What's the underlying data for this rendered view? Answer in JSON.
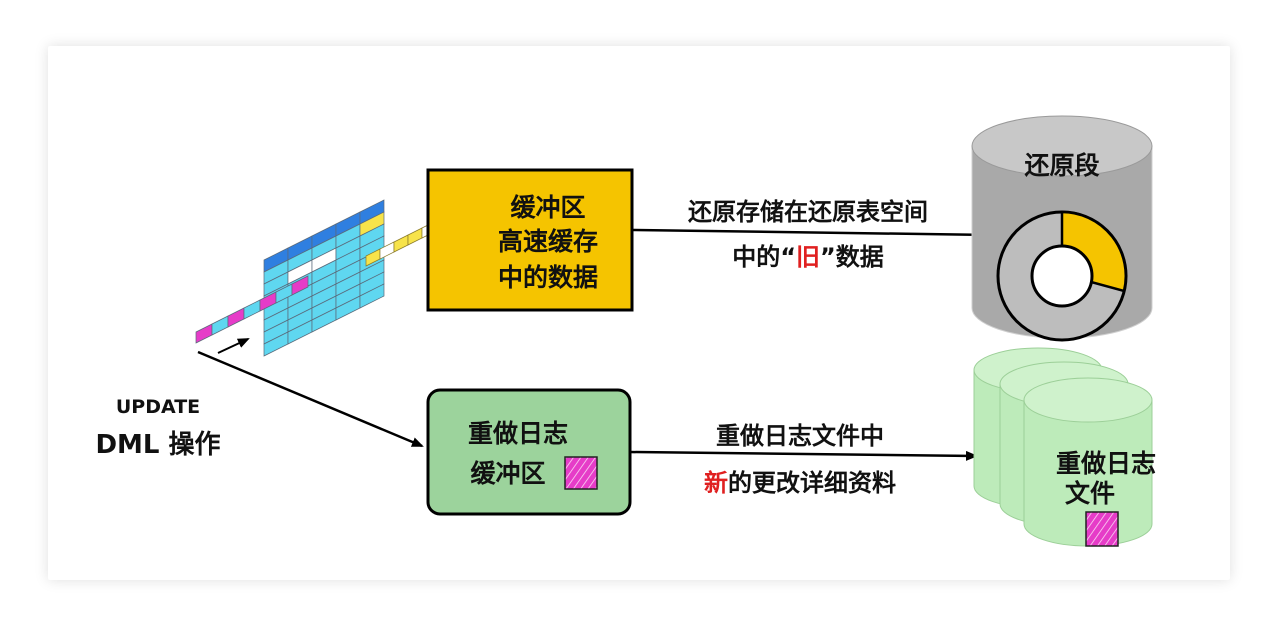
{
  "labels": {
    "update": "UPDATE",
    "dml": "DML 操作",
    "buffer_cache": [
      "缓冲区",
      "高速缓存",
      "中的数据"
    ],
    "undo_line1": "还原存储在还原表空间",
    "undo_line2_pre": "中的",
    "undo_line2_quote_open": "“",
    "undo_line2_highlight": "旧",
    "undo_line2_quote_close": "”",
    "undo_line2_post": "数据",
    "undo_segment": "还原段",
    "redo_buffer": [
      "重做日志",
      "缓冲区"
    ],
    "redo_line1": "重做日志文件中",
    "redo_line2_highlight": "新",
    "redo_line2_post": "的更改详细资料",
    "redo_files": [
      "重做日志",
      "文件"
    ]
  },
  "icons": {
    "change_marker": "pink-hatched-square-icon",
    "database_cylinder": "cylinder-icon"
  },
  "colors": {
    "cache_box": "#F5C400",
    "redo_box": "#9CD39C",
    "undo_cylinder": "#A9A9A9",
    "undo_extent": "#F5C400",
    "redo_cylinder": "#BDEBBA",
    "highlight_text": "#E02020",
    "magenta_block": "#E63CC8",
    "cyan_block": "#5FD7F0",
    "blue_block": "#2F7FE0",
    "yellow_block": "#F7E34A"
  }
}
